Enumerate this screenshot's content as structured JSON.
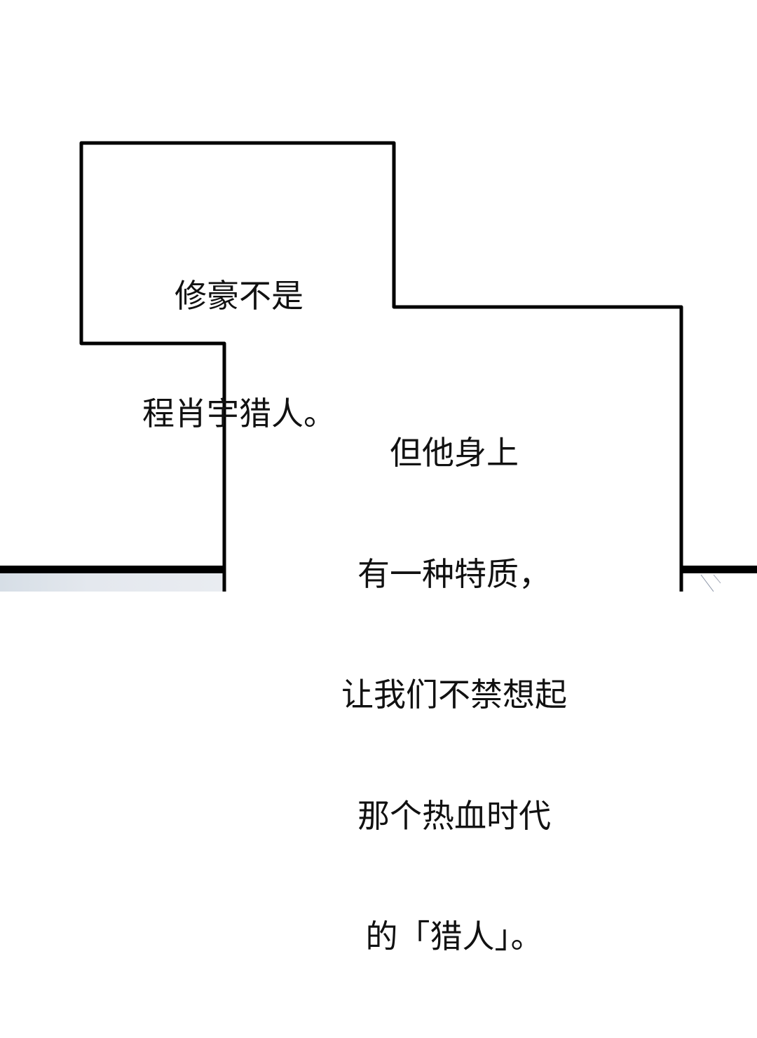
{
  "panel": {
    "background": "#ffffff",
    "border_color": "#000000",
    "next_panel_tint": "#e4e8ee"
  },
  "captions": [
    {
      "lines": [
        "修豪不是",
        "程肖宇猎人。"
      ]
    },
    {
      "lines": [
        "但他身上",
        "有一种特质，",
        "让我们不禁想起",
        "那个热血时代",
        "的「猎人」。"
      ]
    }
  ]
}
